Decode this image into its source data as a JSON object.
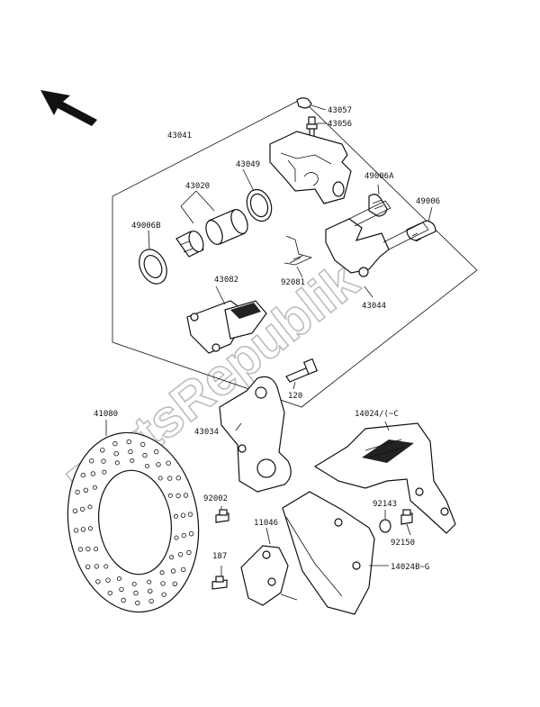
{
  "watermark": "PartsRepublik",
  "parts": [
    {
      "id": "p43057",
      "label": "43057"
    },
    {
      "id": "p43056",
      "label": "43056"
    },
    {
      "id": "p43041",
      "label": "43041"
    },
    {
      "id": "p43049",
      "label": "43049"
    },
    {
      "id": "p49006a",
      "label": "49006A"
    },
    {
      "id": "p43020",
      "label": "43020"
    },
    {
      "id": "p49006",
      "label": "49006"
    },
    {
      "id": "p49006b",
      "label": "49006B"
    },
    {
      "id": "p92081",
      "label": "92081"
    },
    {
      "id": "p43044",
      "label": "43044"
    },
    {
      "id": "p43082",
      "label": "43082"
    },
    {
      "id": "p120",
      "label": "120"
    },
    {
      "id": "p41080",
      "label": "41080"
    },
    {
      "id": "p14024",
      "label": "14024/(~C"
    },
    {
      "id": "p43034",
      "label": "43034"
    },
    {
      "id": "p92002",
      "label": "92002"
    },
    {
      "id": "p11046",
      "label": "11046"
    },
    {
      "id": "p92143",
      "label": "92143"
    },
    {
      "id": "p92150",
      "label": "92150"
    },
    {
      "id": "p187",
      "label": "187"
    },
    {
      "id": "p14024b",
      "label": "14024B~G"
    }
  ]
}
